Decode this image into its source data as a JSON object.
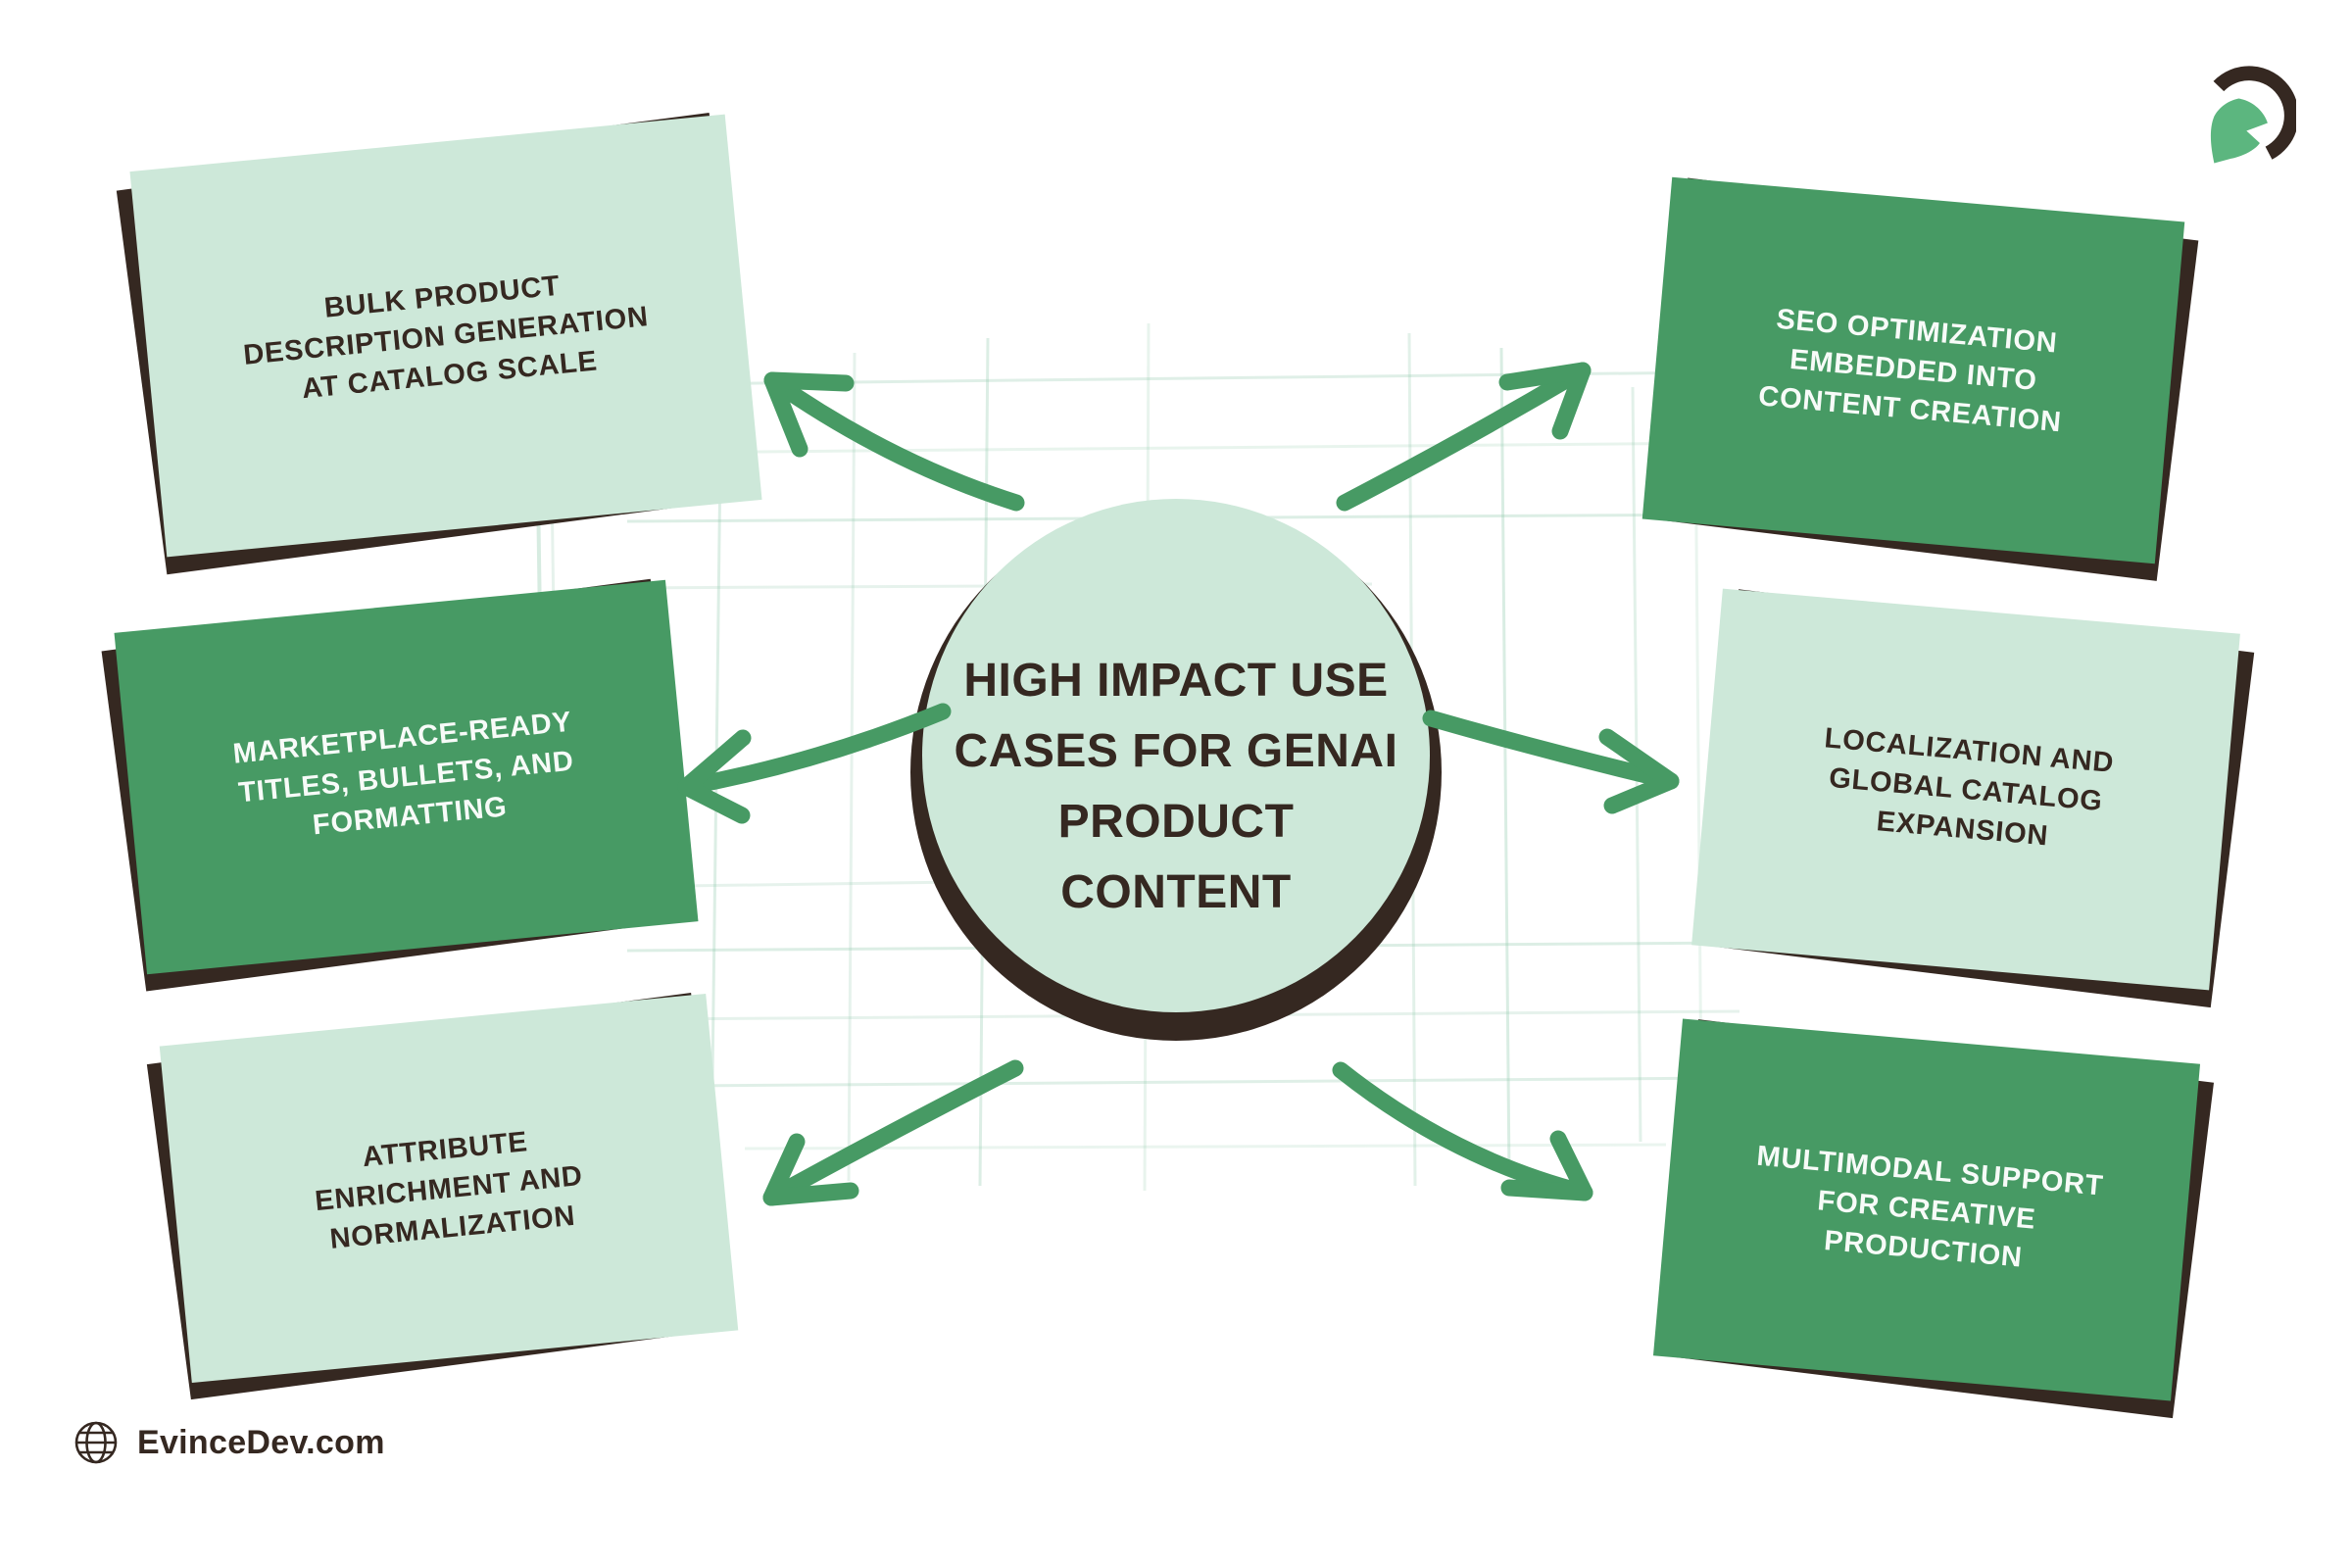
{
  "title_area": {
    "center_title_lines": [
      "HIGH IMPACT USE",
      "CASES FOR GENAI",
      "PRODUCT",
      "CONTENT"
    ]
  },
  "boxes": [
    {
      "id": "top-left",
      "variant": "mint",
      "lines": [
        "BULK PRODUCT",
        "DESCRIPTION GENERATION",
        "AT CATALOG SCALE"
      ]
    },
    {
      "id": "mid-left",
      "variant": "green",
      "lines": [
        "MARKETPLACE-READY",
        "TITLES, BULLETS, AND",
        "FORMATTING"
      ]
    },
    {
      "id": "bottom-left",
      "variant": "mint",
      "lines": [
        "ATTRIBUTE",
        "ENRICHMENT AND",
        "NORMALIZATION"
      ]
    },
    {
      "id": "top-right",
      "variant": "green",
      "lines": [
        "SEO OPTIMIZATION",
        "EMBEDDED INTO",
        "CONTENT CREATION"
      ]
    },
    {
      "id": "mid-right",
      "variant": "mint",
      "lines": [
        "LOCALIZATION AND",
        "GLOBAL CATALOG",
        "EXPANSION"
      ]
    },
    {
      "id": "bottom-right",
      "variant": "green",
      "lines": [
        "MULTIMODAL SUPPORT",
        "FOR CREATIVE",
        "PRODUCTION"
      ]
    }
  ],
  "footer": {
    "site": "EvinceDev.com"
  },
  "icons": {
    "logo": "evincedev-spartan-helmet-logo",
    "footer": "globe-icon"
  },
  "colors": {
    "background": "#ffffff",
    "green": "#479a64",
    "mint": "#cde8d9",
    "dark": "#352821",
    "text_on_green": "#f7fbf8",
    "grid_line": "#8fc9ab",
    "logo_green": "#5cb67f"
  }
}
